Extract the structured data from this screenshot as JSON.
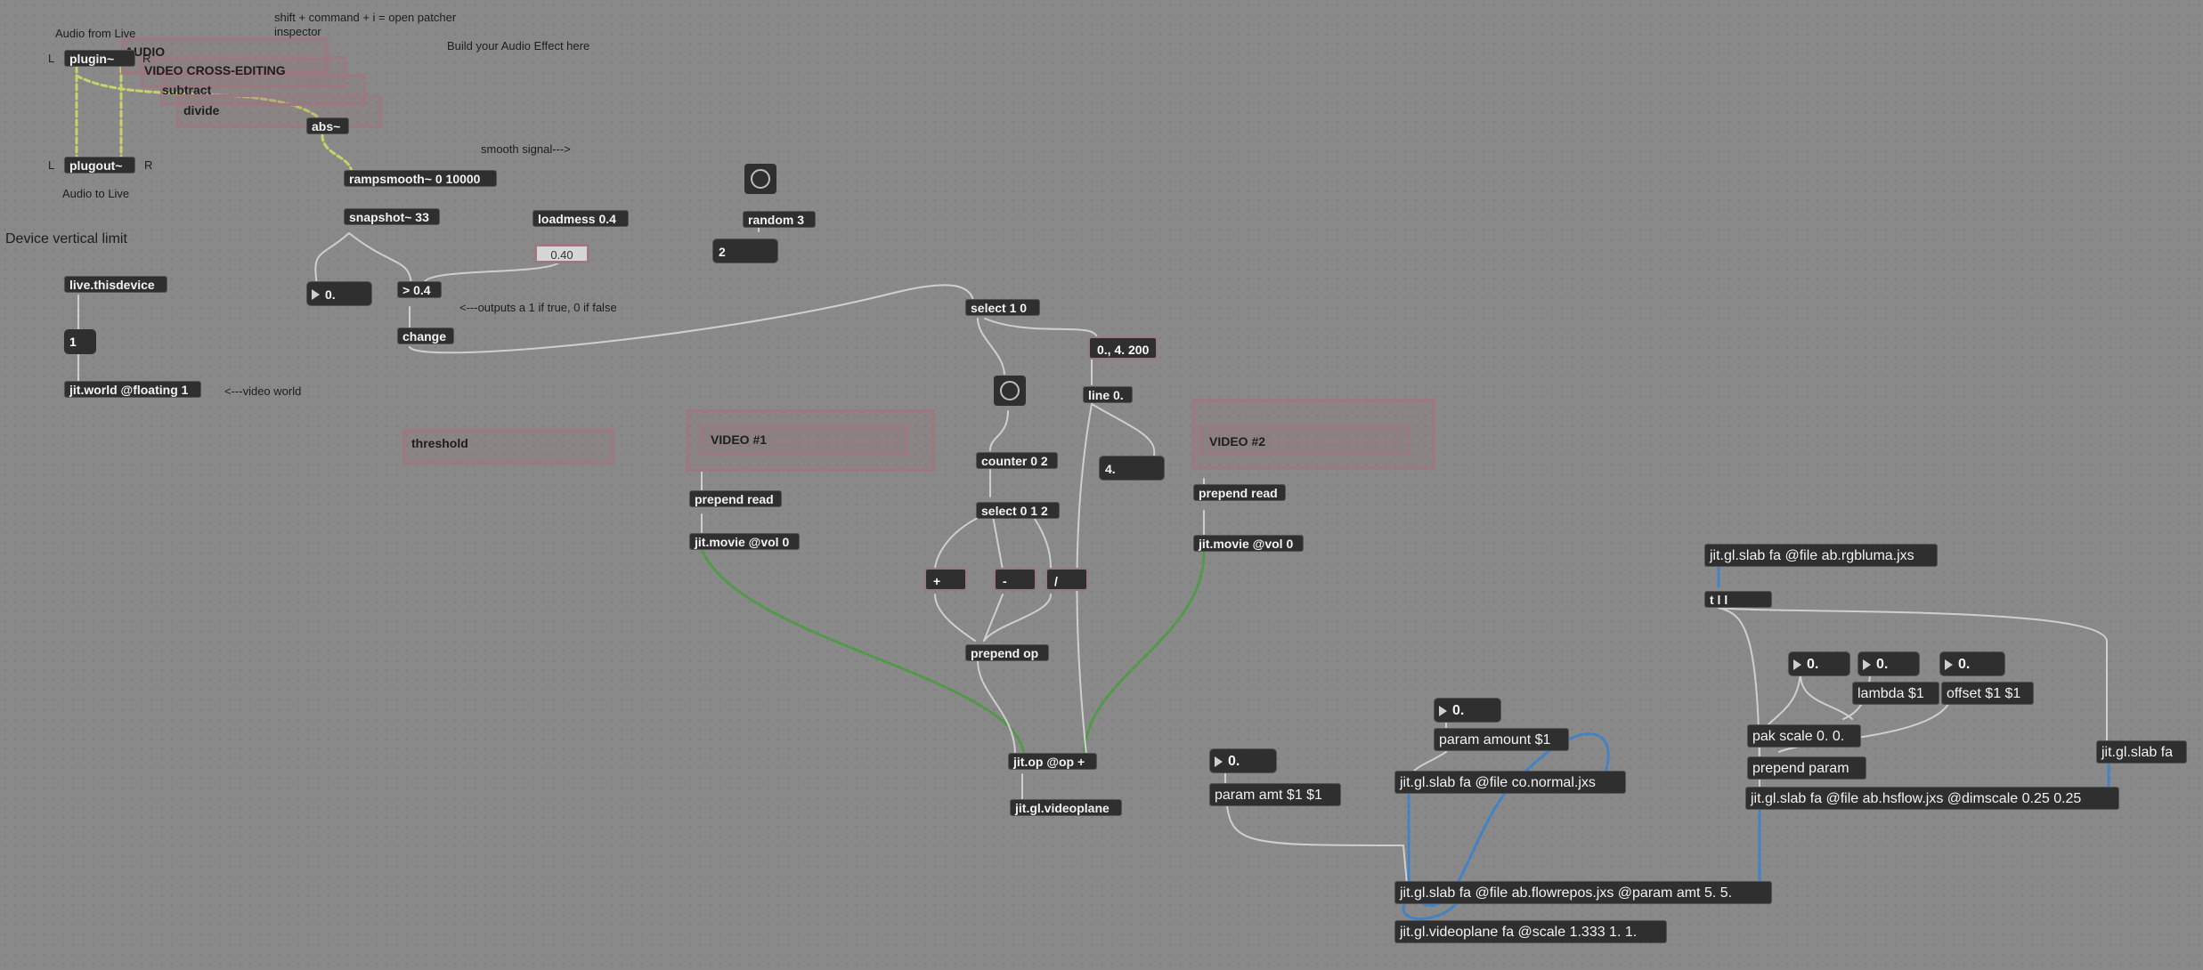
{
  "comments": {
    "audio_from_live": "Audio from Live",
    "audio_to_live": "Audio to Live",
    "inspector_hint": "shift + command + i = open patcher inspector",
    "build_effect": "Build your Audio Effect here",
    "smooth_signal": "smooth signal--->",
    "device_vertical_limit": "Device vertical limit",
    "outputs_hint": "<---outputs a 1 if true, 0 if false",
    "video_world_hint": "<---video world",
    "channel_l_in": "L",
    "channel_r_in": "R",
    "channel_l_out": "L",
    "channel_r_out": "R"
  },
  "panels": {
    "audio": "AUDIO",
    "video_cross_editing": "VIDEO CROSS-EDITING",
    "subtract": "subtract",
    "divide": "divide",
    "threshold": "threshold",
    "video1": "VIDEO #1",
    "video2": "VIDEO #2"
  },
  "objects": {
    "plugin": "plugin~",
    "plugout": "plugout~",
    "abs": "abs~",
    "rampsmooth": "rampsmooth~ 0 10000",
    "snapshot": "snapshot~ 33",
    "loadmess": "loadmess 0.4",
    "gt": "> 0.4",
    "change": "change",
    "live_thisdevice": "live.thisdevice",
    "jit_world": "jit.world @floating 1",
    "random": "random 3",
    "select10": "select 1 0",
    "line": "line 0.",
    "counter": "counter 0 2",
    "select012": "select 0 1 2",
    "prepend_op": "prepend op",
    "prepend_read1": "prepend read",
    "jit_movie1": "jit.movie @vol 0",
    "prepend_read2": "prepend read",
    "jit_movie2": "jit.movie @vol 0",
    "jit_op": "jit.op @op +",
    "jit_gl_videoplane": "jit.gl.videoplane",
    "slab_rgbluma": "jit.gl.slab fa @file ab.rgbluma.jxs",
    "trigger": "t l l",
    "lambda": "lambda $1",
    "offset": "offset $1 $1",
    "pak_scale": "pak scale 0. 0.",
    "prepend_param": "prepend param",
    "slab_hsflow": "jit.gl.slab fa @file ab.hsflow.jxs @dimscale 0.25 0.25",
    "slab_fa": "jit.gl.slab fa",
    "param_amount": "param amount $1",
    "slab_normal": "jit.gl.slab fa @file co.normal.jxs",
    "param_amt": "param amt $1 $1",
    "slab_flowrepos": "jit.gl.slab fa @file ab.flowrepos.jxs @param amt 5. 5.",
    "videoplane_scale": "jit.gl.videoplane fa @scale 1.333 1. 1."
  },
  "messages": {
    "ramp": "0., 4. 200",
    "plus": "+",
    "minus": "-",
    "div": "/"
  },
  "numbers": {
    "snapshot_out": "0.",
    "threshold_value": "0.40",
    "random_out": "2",
    "toggle": "1",
    "line_out": "4.",
    "amount": "0.",
    "amt": "0.",
    "scale_a": "0.",
    "lambda_val": "0.",
    "offset_val": "0."
  },
  "colors": {
    "background": "#898989",
    "object_fill": "#2f2f2f",
    "panel_border": "#9a7a80",
    "patch_cord": "#c9c9c9",
    "signal_cord": "#c7d36a",
    "matrix_cord": "#55a04a",
    "texture_cord": "#4a8fd0"
  }
}
